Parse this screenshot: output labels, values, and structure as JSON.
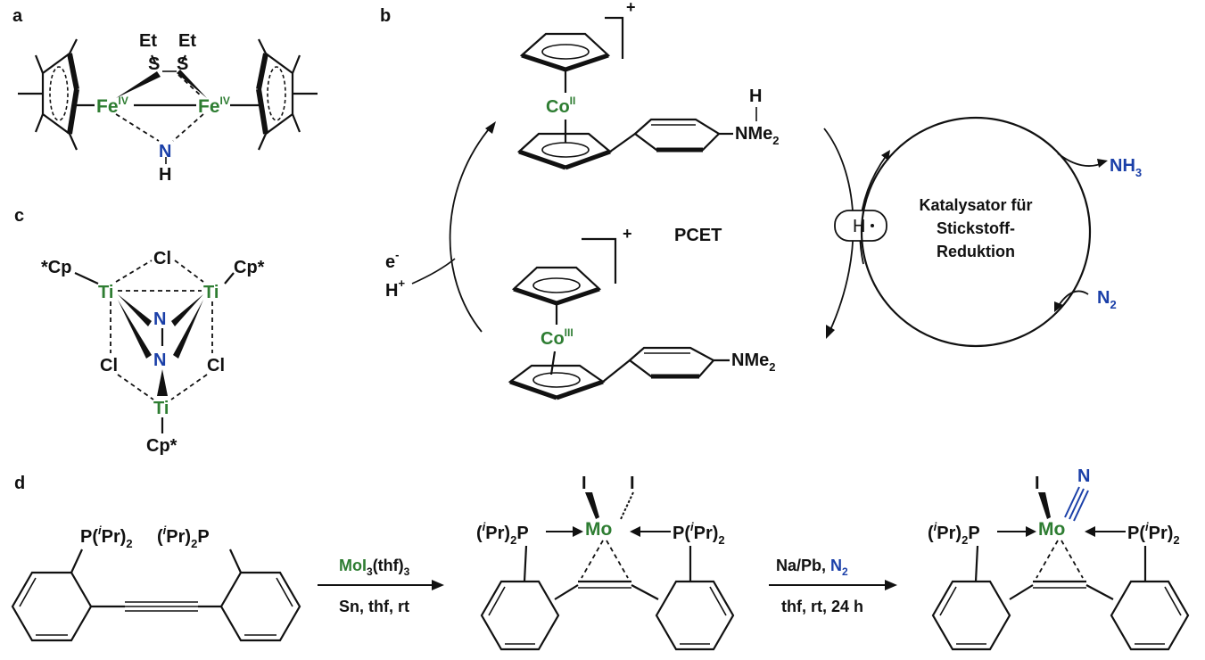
{
  "panels": {
    "a": "a",
    "b": "b",
    "c": "c",
    "d": "d"
  },
  "panel_a": {
    "et1": "Et",
    "et2": "Et",
    "s1": "S",
    "s2": "S",
    "fe_left": "Fe",
    "fe_left_ox": "IV",
    "fe_right": "Fe",
    "fe_right_ox": "IV",
    "n": "N",
    "h": "H"
  },
  "panel_b": {
    "charge_top": "+",
    "charge_bottom": "+",
    "co_top": "Co",
    "co_top_ox": "II",
    "co_bottom": "Co",
    "co_bottom_ox": "III",
    "h_top": "H",
    "nme2_top": "NMe",
    "nme2_top_sub": "2",
    "nme2_bottom": "NMe",
    "nme2_bottom_sub": "2",
    "pcet": "PCET",
    "e_minus": "e",
    "e_minus_sup": "-",
    "h_plus": "H",
    "h_plus_sup": "+",
    "h_dot": "H",
    "catalyst_line1": "Katalysator für",
    "catalyst_line2": "Stickstoff-",
    "catalyst_line3": "Reduktion",
    "nh3": "NH",
    "nh3_sub": "3",
    "n2": "N",
    "n2_sub": "2"
  },
  "panel_c": {
    "cp_left": "*Cp",
    "cp_right": "Cp*",
    "cp_bottom": "Cp*",
    "cl_top": "Cl",
    "cl_left": "Cl",
    "cl_right": "Cl",
    "ti_left": "Ti",
    "ti_right": "Ti",
    "ti_bottom": "Ti",
    "n_top": "N",
    "n_bottom": "N"
  },
  "panel_d": {
    "ligand_p_left": "P(",
    "ligand_i": "i",
    "ligand_pr2": "Pr)",
    "sub2": "2",
    "reagent1_a": "MoI",
    "reagent1_b": "(thf)",
    "reagent1_c": "3",
    "reagent1_below": "Sn, thf, rt",
    "reagent2_a": "Na/Pb, ",
    "reagent2_n2": "N",
    "reagent2_below": "thf, rt, 24 h",
    "mo": "Mo",
    "iodide": "I",
    "n_terminal": "N"
  },
  "colors": {
    "metal": "#2e7d32",
    "nitrogen": "#1a3fa8",
    "text": "#111111"
  }
}
